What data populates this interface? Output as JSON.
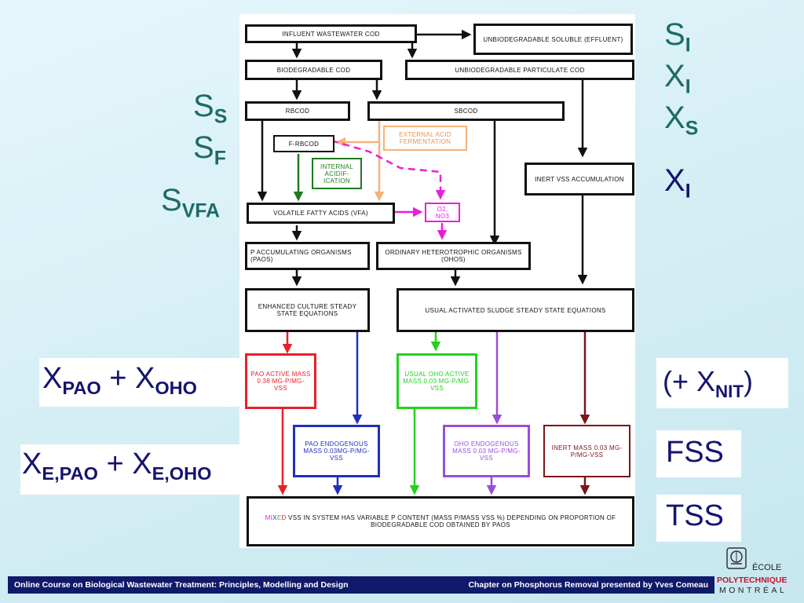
{
  "boxes": {
    "influent": "INFLUENT WASTEWATER COD",
    "unbio_soluble": "UNBIODEGRADABLE SOLUBLE (effluent)",
    "biodegradable": "BIODEGRADABLE COD",
    "unbio_particulate": "UNBIODEGRADABLE PARTICULATE COD",
    "rbcod": "RBCOD",
    "sbcod": "SBCOD",
    "frbcod": "F-RBCOD",
    "external_acid": "EXTERNAL ACID FERMENTATION",
    "internal_acid": "INTERNAL ACIDIF-ICATION",
    "inert_vss": "INERT VSS ACCUMULATION",
    "vfa": "VOLATILE FATTY ACIDS (VFA)",
    "o2_no3": "O2, NO3",
    "pao_org": "P ACCUMULATING ORGANISMS (PAOs)",
    "oho_org": "ORDINARY HETEROTROPHIC ORGANISMS (OHOs)",
    "enhanced": "ENHANCED CULTURE STEADY STATE EQUATIONS",
    "usual": "USUAL ACTIVATED SLUDGE STEADY STATE EQUATIONS",
    "pao_active": "PAO ACTIVE MASS 0.38 mg-P/mg-VSS",
    "oho_active": "USUAL OHO ACTIVE MASS 0.03 mg-P/mg-VSS",
    "pao_endo": "PAO ENDOGENOUS MASS 0.03mg-P/mg-VSS",
    "oho_endo": "OHO ENDOGENOUS MASS 0.03 mg-P/mg-VSS",
    "inert_mass": "INERT MASS 0.03 mg-P/mg-VSS",
    "mixed_mi": "MI",
    "mixed_x": "X",
    "mixed_e": "E",
    "mixed_d": "D",
    "mixed_rest": " VSS IN SYSTEM HAS VARIABLE P CONTENT (MASS P/MASS VSS %) DEPENDING ON PROPORTION OF BIODEGRADABLE COD OBTAINED BY PAOs"
  },
  "symbols": {
    "si": "S",
    "si_sub": "I",
    "xi1": "X",
    "xi1_sub": "I",
    "xs": "X",
    "xs_sub": "S",
    "xi2": "X",
    "xi2_sub": "I",
    "ss": "S",
    "ss_sub": "S",
    "sf": "S",
    "sf_sub": "F",
    "svfa": "S",
    "svfa_sub": "VFA",
    "xpao": "X",
    "xpao_sub": "PAO",
    "plus1": " + ",
    "xoho": "X",
    "xoho_sub": "OHO",
    "xepao": "X",
    "xepao_sub": "E,PAO",
    "plus2": " + ",
    "xeoho": "X",
    "xeoho_sub": "E,OHO",
    "nit_open": "(+ X",
    "nit_sub": "NIT",
    "nit_close": ")",
    "fss": "FSS",
    "tss": "TSS"
  },
  "footer": {
    "left": "Online Course on Biological Wastewater Treatment: Principles, Modelling and Design",
    "right": "Chapter on Phosphorus Removal presented by Yves Comeau"
  },
  "logo": {
    "line1": "ÉCOLE",
    "line2": "POLYTECHNIQUE",
    "line3": "MONTRÉAL"
  },
  "colors": {
    "black": "#111111",
    "red": "#e8202a",
    "blue": "#1f2fbf",
    "green": "#23d11e",
    "purple": "#9a4ddb",
    "maroon": "#7a1616",
    "magenta": "#e81fd8",
    "orange": "#f6b27a",
    "darkgreen": "#1e7a1e",
    "teal": "#1d6b67",
    "navy": "#14146e"
  }
}
